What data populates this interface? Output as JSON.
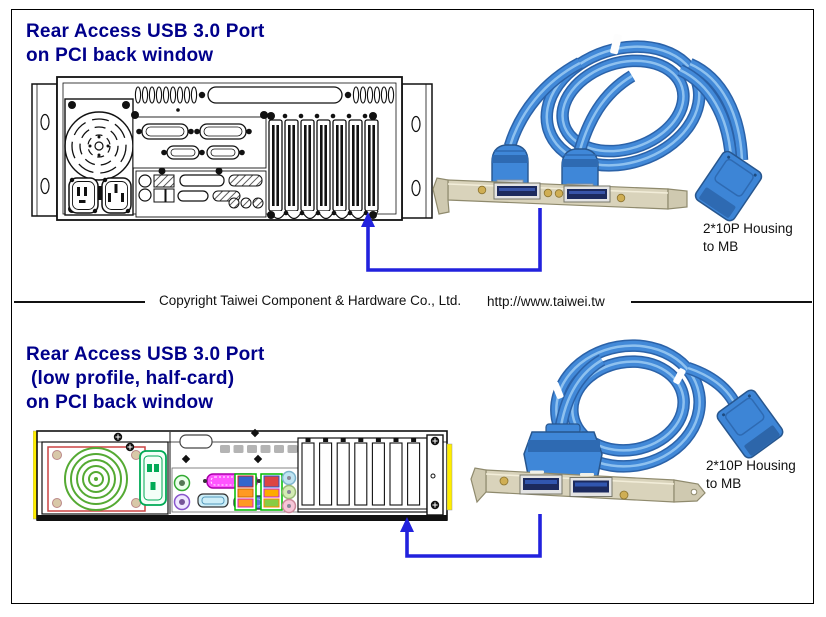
{
  "top_section": {
    "title_line1": "Rear Access USB 3.0 Port",
    "title_line2": "on PCI back window",
    "cable_label_line1": "2*10P Housing",
    "cable_label_line2": "to MB"
  },
  "divider": {
    "copyright": "Copyright Taiwei Component & Hardware Co., Ltd.",
    "url": "http://www.taiwei.tw"
  },
  "bottom_section": {
    "title_line1": "Rear Access USB 3.0 Port",
    "title_line2": "(low profile, half-card)",
    "title_line3": "on PCI back window",
    "cable_label_line1": "2*10P Housing",
    "cable_label_line2": "to MB"
  },
  "colors": {
    "title_text": "#00008B",
    "body_text": "#111111",
    "arrow": "#2222DD",
    "cable_blue": "#4289D8",
    "housing_blue": "#3F87D8",
    "bracket_beige": "#D9D3BB",
    "chassis_line": "#111111",
    "highlight_yellow": "#FFEE00"
  }
}
